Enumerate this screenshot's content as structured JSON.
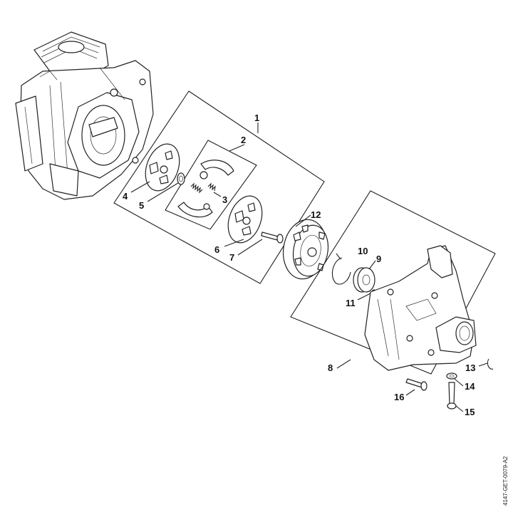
{
  "drawing_code": "4147-GET-0079-A2",
  "callouts": [
    {
      "id": "c1",
      "label": "1"
    },
    {
      "id": "c2",
      "label": "2"
    },
    {
      "id": "c3",
      "label": "3"
    },
    {
      "id": "c4",
      "label": "4"
    },
    {
      "id": "c5",
      "label": "5"
    },
    {
      "id": "c6",
      "label": "6"
    },
    {
      "id": "c7",
      "label": "7"
    },
    {
      "id": "c8",
      "label": "8"
    },
    {
      "id": "c9",
      "label": "9"
    },
    {
      "id": "c10",
      "label": "10"
    },
    {
      "id": "c11",
      "label": "11"
    },
    {
      "id": "c12",
      "label": "12"
    },
    {
      "id": "c13",
      "label": "13"
    },
    {
      "id": "c14",
      "label": "14"
    },
    {
      "id": "c15",
      "label": "15"
    },
    {
      "id": "c16",
      "label": "16"
    }
  ]
}
